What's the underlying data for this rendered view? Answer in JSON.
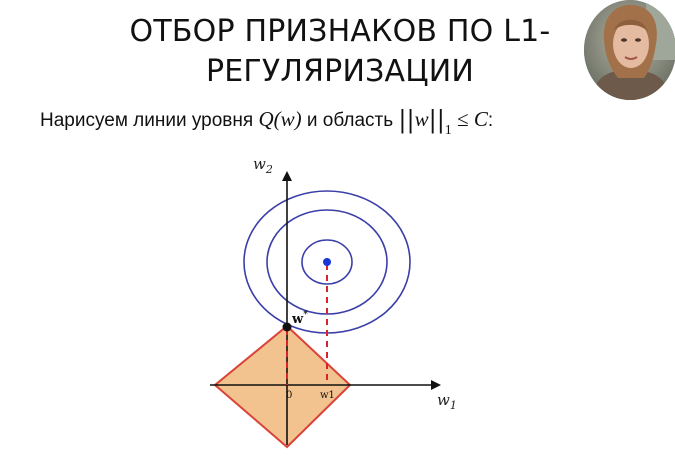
{
  "slide": {
    "title": "ОТБОР ПРИЗНАКОВ ПО L1-\nРЕГУЛЯРИЗАЦИИ",
    "subtitle": {
      "text_prefix": "Нарисуем линии уровня ",
      "q_of_w": "Q(w)",
      "text_mid": " и область ",
      "norm_open": "||",
      "norm_var": "w",
      "norm_close": "||",
      "norm_sub": "1",
      "le": " ≤ ",
      "const": "C",
      "colon": ":"
    }
  },
  "diagram": {
    "y_axis_label": "w",
    "y_axis_sub": "2",
    "x_axis_label": "w",
    "x_axis_sub": "1",
    "origin_label": "0",
    "w1_tick_label": "w1",
    "w_star_label": "w",
    "w_star_sup": "*",
    "colors": {
      "contours": "#3b3fa8",
      "diamond_fill": "#f2c28f",
      "diamond_stroke": "#d9433a",
      "center_point": "#1636d8",
      "w_star_point": "#111111",
      "dashed_line": "#d9232a",
      "axes": "#111111"
    }
  },
  "webcam": {
    "icon": "presenter-video-icon"
  }
}
